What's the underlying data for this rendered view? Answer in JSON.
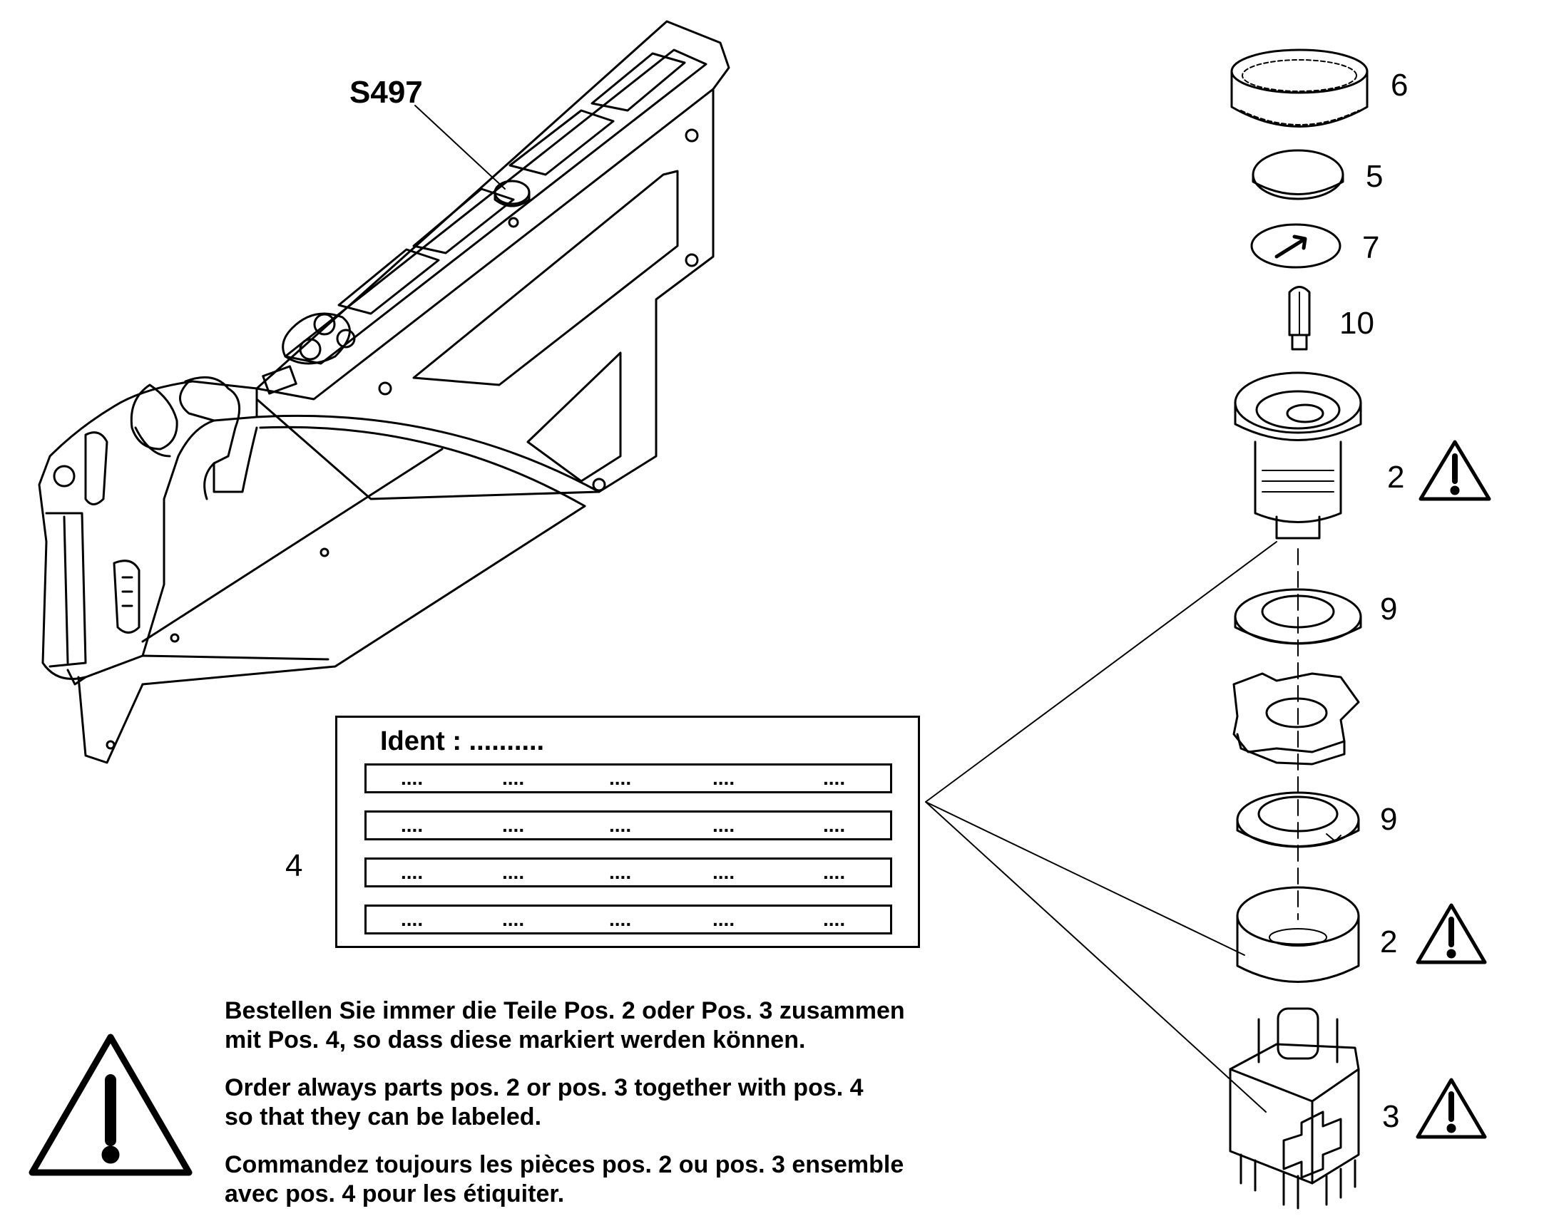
{
  "callout": {
    "component_id": "S497"
  },
  "positions": {
    "p6": "6",
    "p5": "5",
    "p7": "7",
    "p10": "10",
    "p2_top": "2",
    "p9_top": "9",
    "p9_bottom": "9",
    "p2_bottom": "2",
    "p3": "3",
    "p4": "4"
  },
  "label_sheet": {
    "ident": "Ident : ..........",
    "rows": [
      [
        "....",
        "....",
        "....",
        "....",
        "...."
      ],
      [
        "....",
        "....",
        "....",
        "....",
        "...."
      ],
      [
        "....",
        "....",
        "....",
        "....",
        "...."
      ],
      [
        "....",
        "....",
        "....",
        "....",
        "...."
      ]
    ]
  },
  "notes": {
    "de_line1": "Bestellen Sie immer die Teile Pos. 2 oder Pos. 3 zusammen",
    "de_line2": "mit Pos. 4, so dass diese markiert werden können.",
    "en_line1": "Order always parts pos. 2 or pos. 3 together with pos. 4",
    "en_line2": "so that they can be labeled.",
    "fr_line1": "Commandez toujours les pièces pos. 2 ou pos. 3 ensemble",
    "fr_line2": "avec pos. 4 pour les étiquiter."
  },
  "icons": [
    "warning-triangle-icon"
  ]
}
